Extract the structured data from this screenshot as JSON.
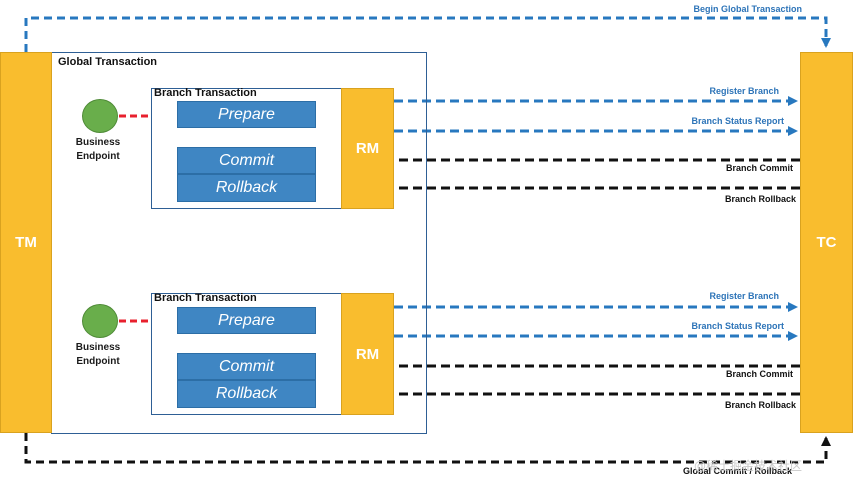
{
  "tm_label": "TM",
  "tc_label": "TC",
  "global_transaction_label": "Global Transaction",
  "begin_global_label": "Begin Global Transaction",
  "global_commit_label": "Global Commit / Rollback",
  "watermark": "@稀土掘金技术社区",
  "colors": {
    "actor": "#f9bd2e",
    "button": "#3f86c3",
    "blue_arrow": "#2878bf",
    "black_arrow": "#111111",
    "red_arrow": "#e8202e",
    "endpoint": "#69ae4b",
    "box_border": "#2e5f95"
  },
  "branches": [
    {
      "title": "Branch Transaction",
      "endpoint_label": "Business\nEndpoint",
      "prepare": "Prepare",
      "commit": "Commit",
      "rollback": "Rollback",
      "rm": "RM",
      "register_label": "Register Branch",
      "status_label": "Branch Status Report",
      "commit_label": "Branch Commit",
      "rollback_label": "Branch Rollback"
    },
    {
      "title": "Branch Transaction",
      "endpoint_label": "Business\nEndpoint",
      "prepare": "Prepare",
      "commit": "Commit",
      "rollback": "Rollback",
      "rm": "RM",
      "register_label": "Register Branch",
      "status_label": "Branch Status Report",
      "commit_label": "Branch Commit",
      "rollback_label": "Branch Rollback"
    }
  ]
}
